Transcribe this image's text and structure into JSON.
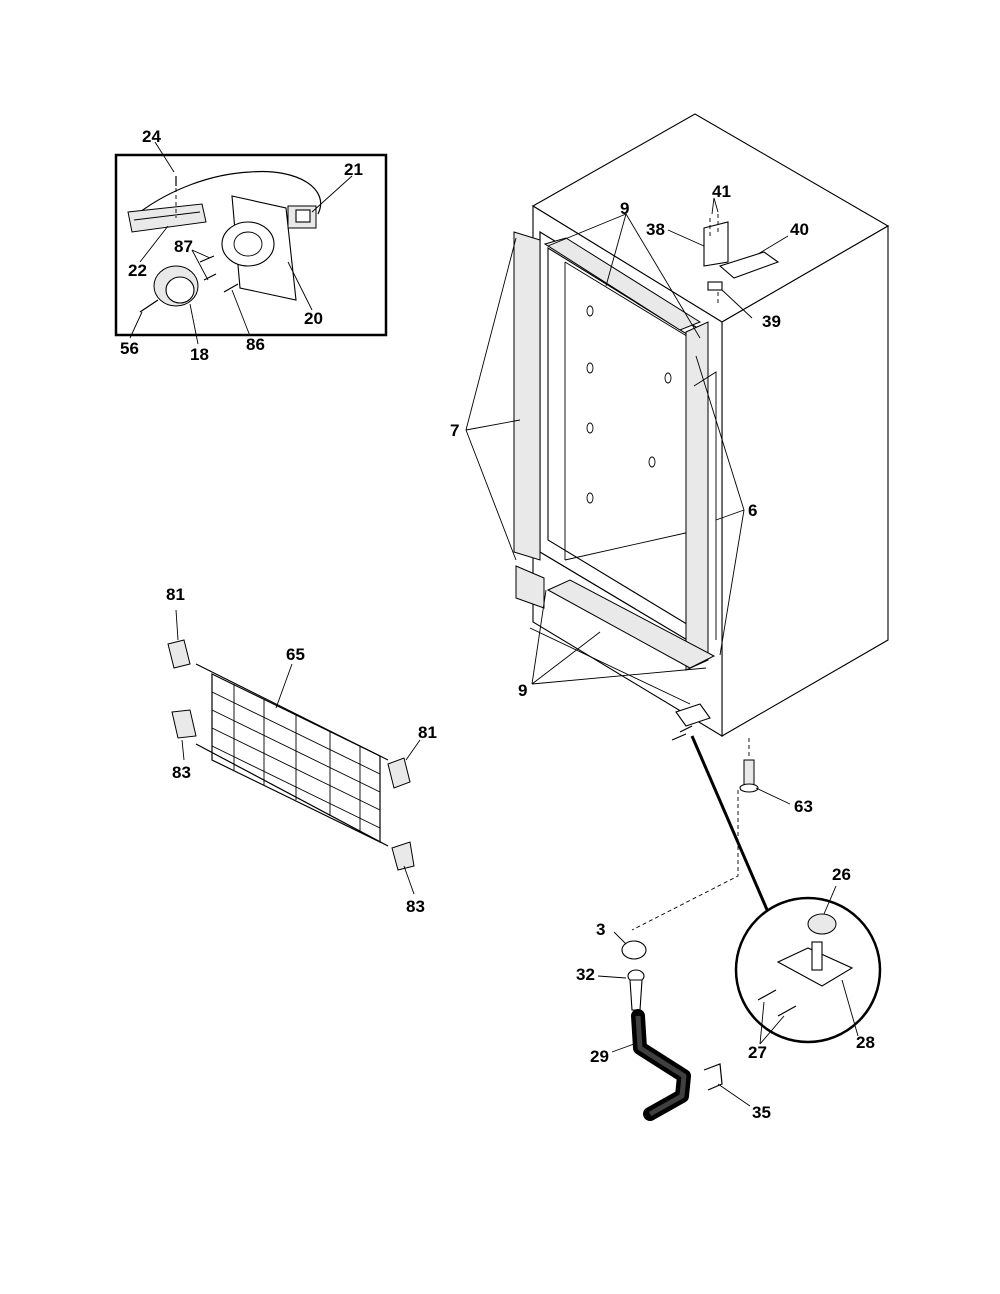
{
  "callouts": {
    "c3": "3",
    "c6": "6",
    "c7": "7",
    "c9_top": "9",
    "c9_bottom": "9",
    "c18": "18",
    "c20": "20",
    "c21": "21",
    "c22": "22",
    "c24": "24",
    "c26": "26",
    "c27": "27",
    "c28": "28",
    "c29": "29",
    "c32": "32",
    "c35": "35",
    "c38": "38",
    "c39": "39",
    "c40": "40",
    "c41": "41",
    "c56": "56",
    "c63": "63",
    "c65": "65",
    "c81_left": "81",
    "c81_right": "81",
    "c83_left": "83",
    "c83_right": "83",
    "c86": "86",
    "c87": "87"
  }
}
